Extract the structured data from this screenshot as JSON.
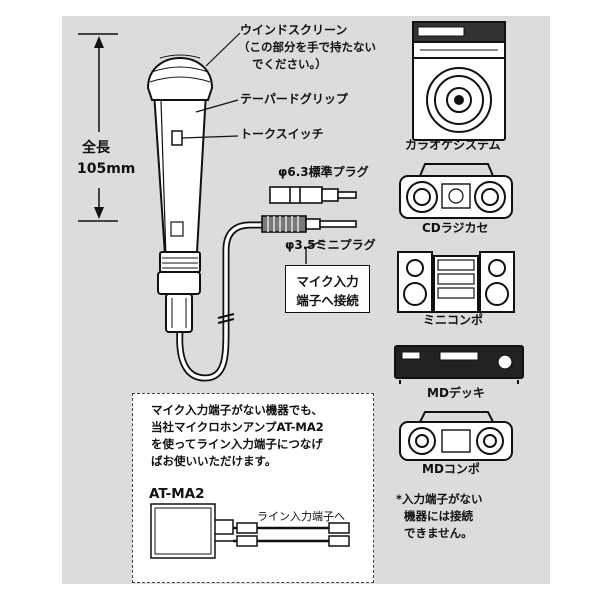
{
  "microphone": {
    "parts": {
      "windscreen": "ウインドスクリーン",
      "windscreen_note_1": "（この部分を手で持たない",
      "windscreen_note_2": "でください。）",
      "grip": "テーパードグリップ",
      "switch": "トークスイッチ"
    },
    "length_label": "全長",
    "length_value": "105mm"
  },
  "plugs": {
    "plug_63": "φ6.3標準プラグ",
    "plug_35": "φ3.5ミニプラグ",
    "connect_line1": "マイク入力",
    "connect_line2": "端子へ接続"
  },
  "devices": [
    {
      "label": "カラオケシステム",
      "icon": "karaoke-system-icon"
    },
    {
      "label": "CDラジカセ",
      "icon": "cd-boombox-icon"
    },
    {
      "label": "ミニコンポ",
      "icon": "mini-component-stereo-icon"
    },
    {
      "label": "MDデッキ",
      "icon": "md-deck-icon"
    },
    {
      "label": "MDコンポ",
      "icon": "md-component-icon"
    }
  ],
  "device_note": [
    "*入力端子がない",
    "機器には接続",
    "できません。"
  ],
  "adapter_note": {
    "lines": [
      "マイク入力端子がない機器でも、",
      "当社マイクロホンアンプAT-MA2",
      "を使ってライン入力端子につなげ",
      "ばお使いいただけます。"
    ],
    "model": "AT-MA2",
    "line_input": "ライン入力端子へ"
  },
  "colors": {
    "panel": "#dcdcdc",
    "ink": "#111111",
    "white": "#ffffff"
  }
}
